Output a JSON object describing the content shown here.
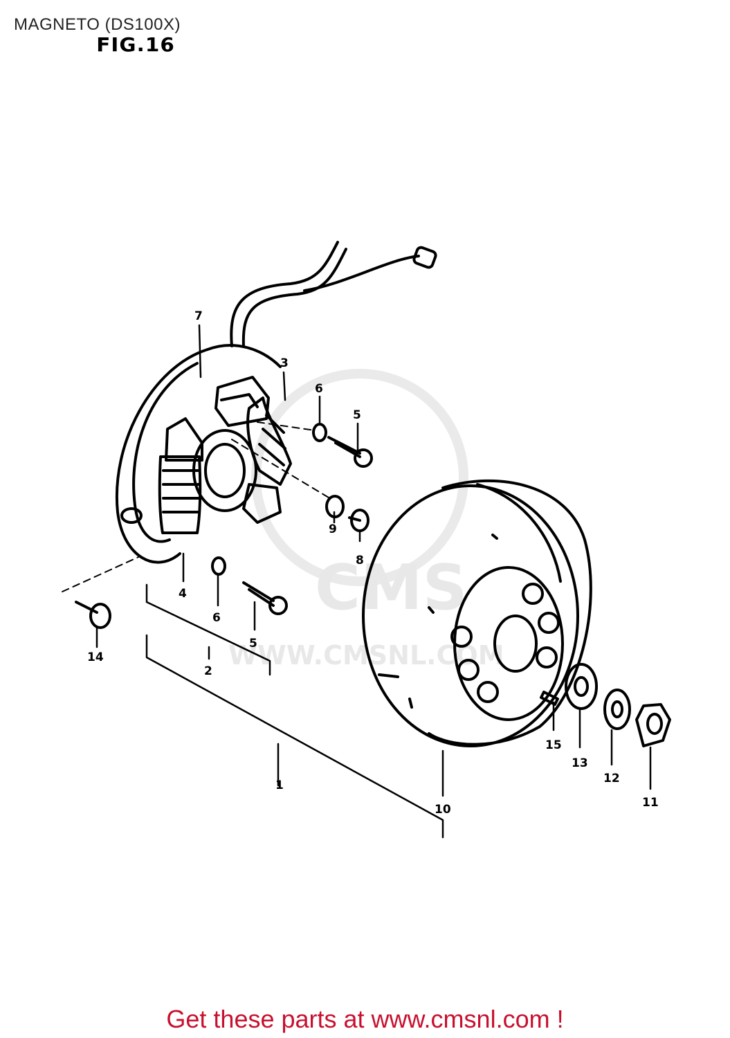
{
  "header": {
    "title": "MAGNETO (DS100X)",
    "figure": "FIG.16"
  },
  "watermark": {
    "logo_text": "CMS",
    "url_text": "WWW.CMSNL.COM"
  },
  "callouts": [
    "1",
    "2",
    "3",
    "4",
    "5",
    "5",
    "6",
    "6",
    "7",
    "8",
    "9",
    "10",
    "11",
    "12",
    "13",
    "14",
    "15"
  ],
  "footer": {
    "link_text": "Get these parts at www.cmsnl.com !",
    "link_color": "#c8102e"
  }
}
